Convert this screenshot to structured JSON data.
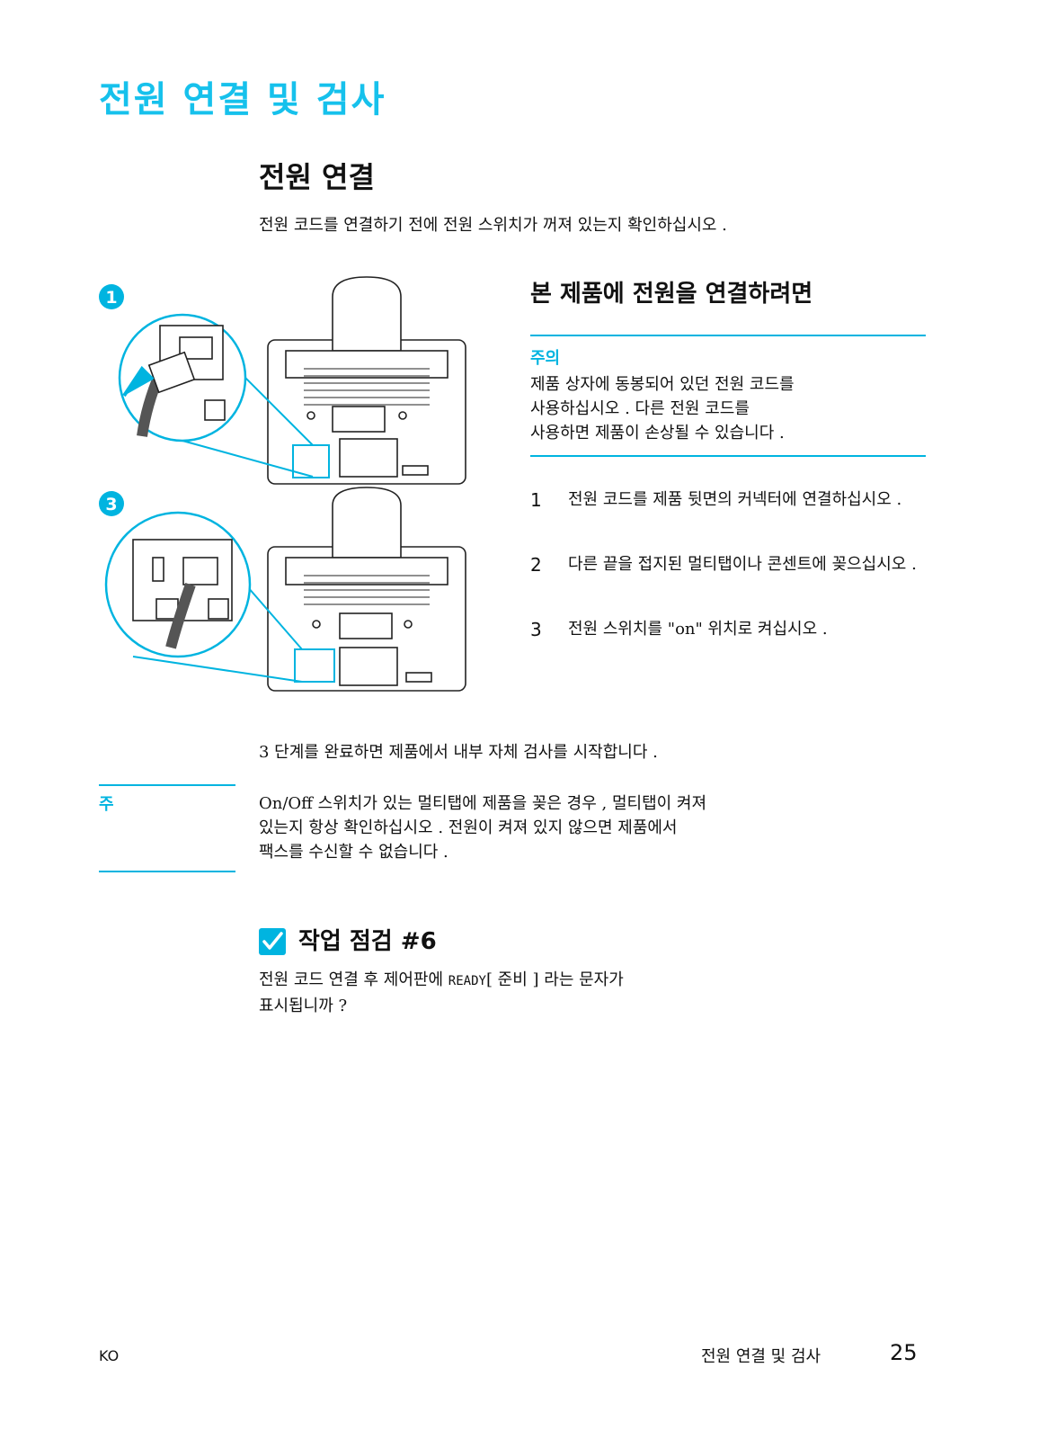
{
  "chapter_title": "전원 연결 및 검사",
  "section_title": "전원 연결",
  "intro": "전원 코드를 연결하기 전에 전원 스위치가 꺼져 있는지 확인하십시오 .",
  "procedure": {
    "title": "본 제품에 전원을 연결하려면",
    "caution_label": "주의",
    "caution_lines": [
      "제품 상자에 동봉되어 있던 전원 코드를",
      "사용하십시오 . 다른 전원 코드를",
      "사용하면 제품이 손상될 수 있습니다 ."
    ],
    "steps": [
      {
        "num": "1",
        "text": "전원 코드를 제품 뒷면의 커넥터에 연결하십시오 ."
      },
      {
        "num": "2",
        "text": "다른 끝을 접지된 멀티탭이나 콘센트에 꽂으십시오 ."
      },
      {
        "num": "3",
        "text": "전원 스위치를 \"on\" 위치로 켜십시오 ."
      }
    ]
  },
  "figure": {
    "callouts": [
      "1",
      "3"
    ]
  },
  "complete_text": "3 단계를 완료하면 제품에서 내부 자체 검사를 시작합니다 .",
  "note": {
    "label": "주",
    "lines": [
      "On/Off 스위치가 있는 멀티탭에 제품을 꽂은 경우 , 멀티탭이 켜져",
      "있는지 항상 확인하십시오 . 전원이 켜져 있지 않으면 제품에서",
      "팩스를 수신할 수 없습니다 ."
    ]
  },
  "checkpoint": {
    "title": "작업 점검 #6",
    "text_before": "전원 코드 연결 후 제어판에 ",
    "ready_word": "READY",
    "text_after_line1": "[ 준비 ] 라는 문자가",
    "text_line2": "표시됩니까 ?"
  },
  "footer": {
    "lang": "KO",
    "title": "전원 연결 및 검사",
    "page": "25"
  },
  "colors": {
    "accent": "#00b4e0",
    "title": "#16c1ec"
  }
}
